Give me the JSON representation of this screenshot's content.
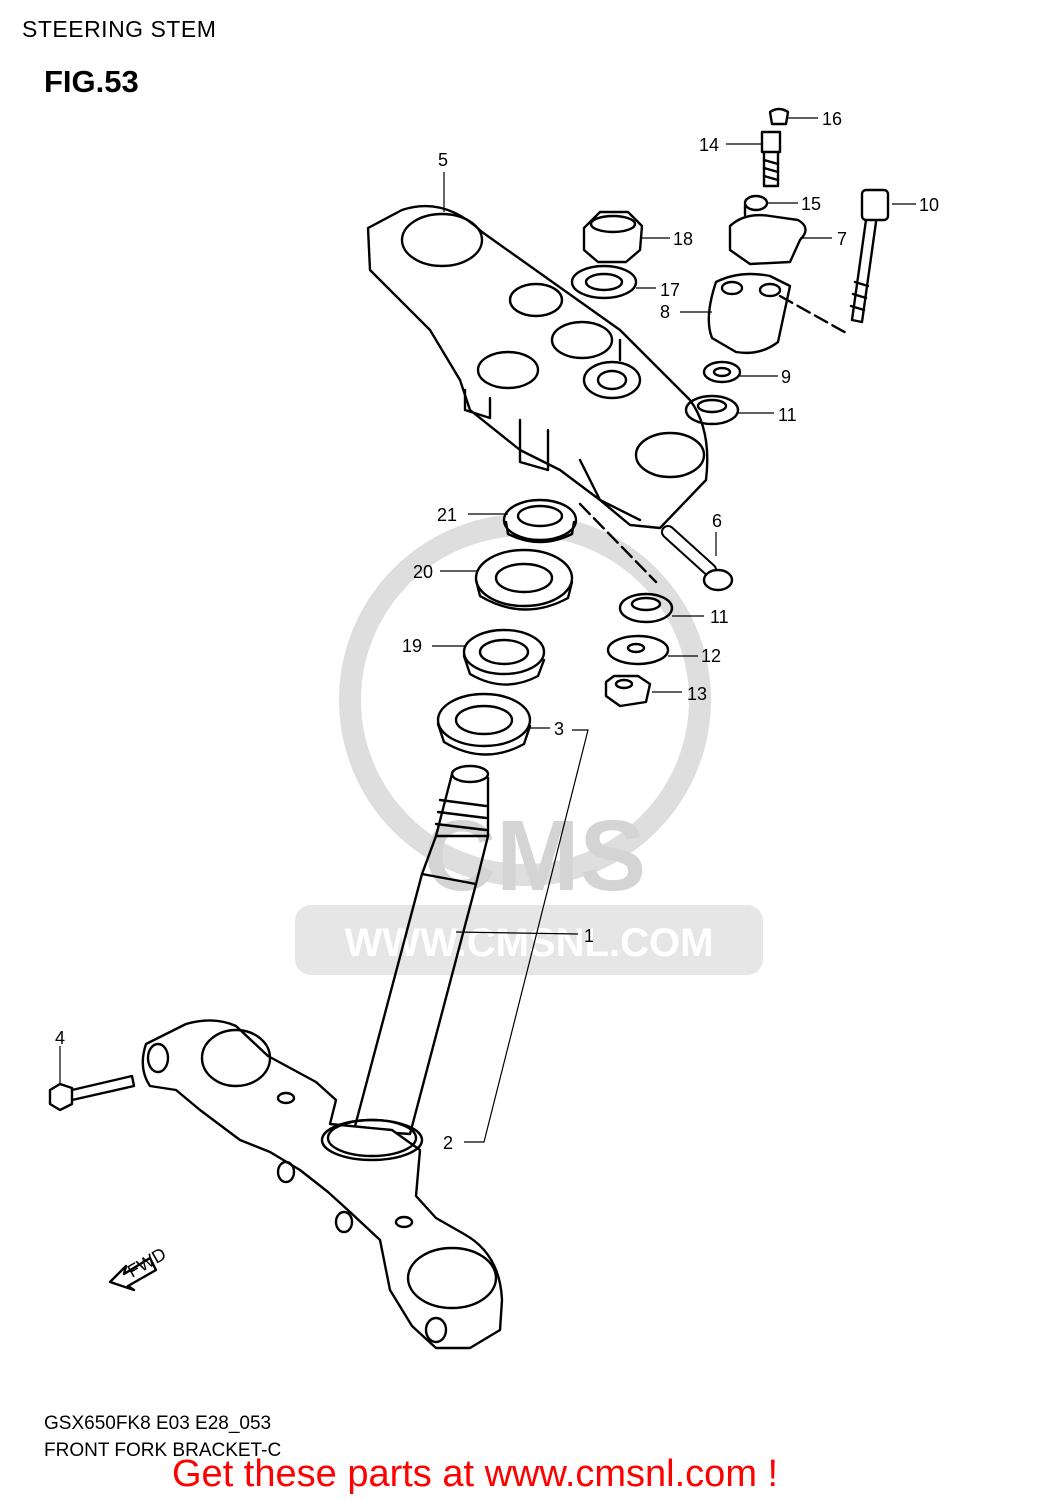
{
  "header": {
    "section_title": "STEERING STEM",
    "figure_label": "FIG.53"
  },
  "watermark": {
    "brand": "CMS",
    "url": "WWW.CMSNL.COM"
  },
  "fwd_label": "FWD",
  "callouts": [
    "1",
    "2",
    "3",
    "4",
    "5",
    "6",
    "7",
    "8",
    "9",
    "10",
    "11",
    "11",
    "12",
    "13",
    "14",
    "15",
    "16",
    "17",
    "18",
    "19",
    "20",
    "21"
  ],
  "footer": {
    "model_code": "GSX650FK8 E03 E28_053",
    "caption": "FRONT FORK BRACKET-C",
    "promo": "Get these parts at www.cmsnl.com !"
  },
  "colors": {
    "line": "#000000",
    "watermark": "#d4d4d4",
    "promo": "#ff0000"
  }
}
